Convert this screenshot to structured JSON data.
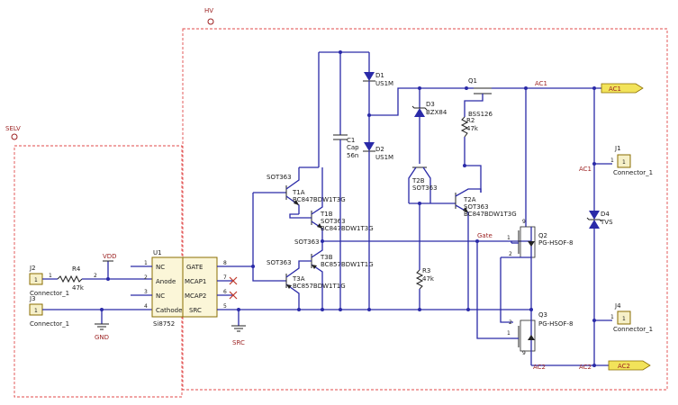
{
  "nets": {
    "hv": "HV",
    "selv": "SELV",
    "ac1_top": "AC1",
    "ac1_side": "AC1",
    "ac1_flag": "AC1",
    "ac2_bottom": "AC2",
    "ac2_mid": "AC2",
    "ac2_flag": "AC2",
    "gate": "Gate",
    "vdd": "VDD",
    "gnd": "GND",
    "src": "SRC",
    "sot_a": "SOT363",
    "sot_b": "SOT363",
    "sot_c": "SOT363",
    "sot_d": "SOT363"
  },
  "parts": {
    "u1": {
      "ref": "U1",
      "value": "Si8752",
      "pins_left": [
        "NC",
        "Anode",
        "NC",
        "Cathode"
      ],
      "pins_right": [
        "GATE",
        "MCAP1",
        "MCAP2",
        "SRC"
      ],
      "num_left": [
        "1",
        "2",
        "3",
        "4"
      ],
      "num_right": [
        "8",
        "7",
        "6",
        "5"
      ]
    },
    "j2": {
      "ref": "J2",
      "value": "Connector_1",
      "pin": "1"
    },
    "j3": {
      "ref": "J3",
      "value": "Connector_1",
      "pin": "1"
    },
    "j1": {
      "ref": "J1",
      "value": "Connector_1",
      "pin": "1"
    },
    "j4": {
      "ref": "J4",
      "value": "Connector_1",
      "pin": "1"
    },
    "r4": {
      "ref": "R4",
      "value": "47k",
      "pin1": "1",
      "pin2": "2"
    },
    "r2": {
      "ref": "R2",
      "value": "47k"
    },
    "r3": {
      "ref": "R3",
      "value": "47k"
    },
    "c1": {
      "ref": "C1",
      "type": "Cap",
      "value": "56n"
    },
    "d1": {
      "ref": "D1",
      "value": "US1M"
    },
    "d2": {
      "ref": "D2",
      "value": "US1M"
    },
    "d3": {
      "ref": "D3",
      "value": "BZX84"
    },
    "d4": {
      "ref": "D4",
      "value": "TVS"
    },
    "q1": {
      "ref": "Q1",
      "value": "BSS126"
    },
    "q2": {
      "ref": "Q2",
      "value": "PG-HSOF-8"
    },
    "q3": {
      "ref": "Q3",
      "value": "PG-HSOF-8"
    },
    "t1a": {
      "ref": "T1A",
      "value": "BC847BDW1T3G"
    },
    "t1b": {
      "ref": "T1B",
      "value": "BC847BDW1T3G"
    },
    "t2a": {
      "ref": "T2A",
      "value": "BC847BDW1T3G"
    },
    "t2b": {
      "ref": "T2B",
      "value": "SOT363"
    },
    "t3a": {
      "ref": "T3A",
      "value": "BC857BDW1T1G"
    },
    "t3b": {
      "ref": "T3B",
      "value": "BC857BDW1T1G"
    }
  },
  "colors": {
    "wire": "#2a2aa8",
    "zone": "#e04a4a",
    "netlabel": "#9b1f1f",
    "port_fill": "#f2e35a"
  }
}
